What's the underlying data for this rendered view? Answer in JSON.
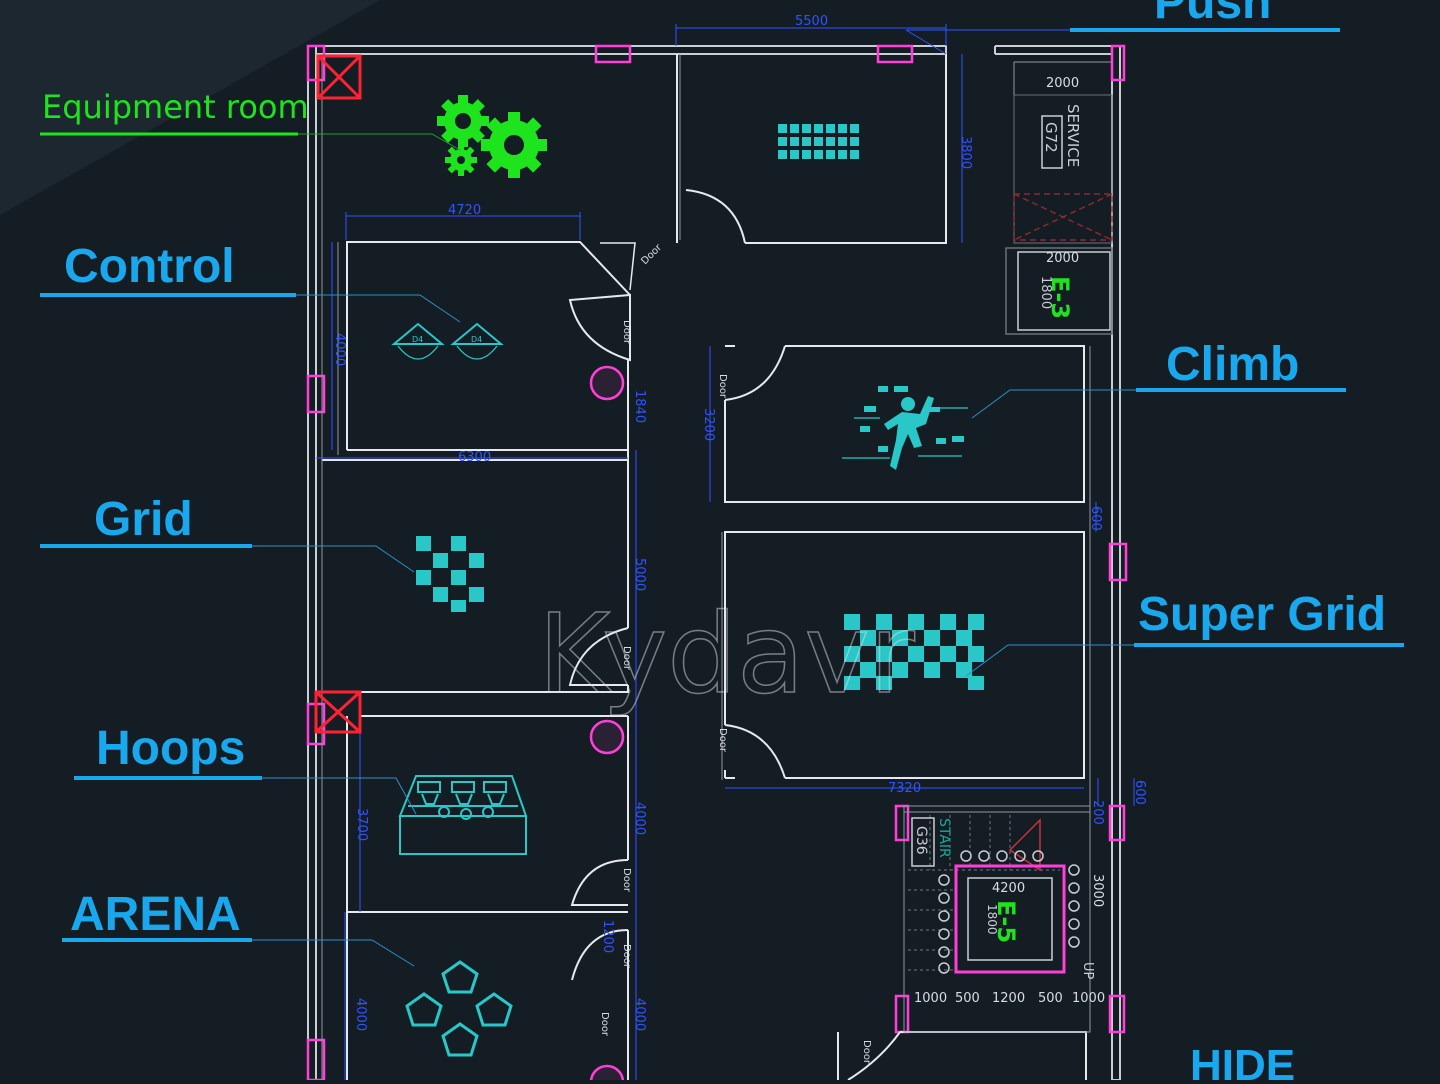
{
  "labels": {
    "equipment_room": "Equipment room",
    "control": "Control",
    "grid": "Grid",
    "hoops": "Hoops",
    "arena": "ARENA",
    "push": "Push",
    "climb": "Climb",
    "super_grid": "Super Grid",
    "hide": "HIDE"
  },
  "dims": {
    "d5500": "5500",
    "d4720": "4720",
    "d3800": "3800",
    "d4000a": "4000",
    "d1840": "1840",
    "d6300": "6300",
    "d3200": "3200",
    "d600a": "600",
    "d5000": "5000",
    "d7320": "7320",
    "d600b": "600",
    "d3700": "3700",
    "d4000b": "4000",
    "d4000c": "4000",
    "d1200": "1200",
    "d200": "200",
    "d3000": "3000",
    "svc2000a": "2000",
    "svc2000b": "2000",
    "e3_1800": "1800",
    "e5_4200": "4200",
    "e5_1800": "1800",
    "stair_bottom": [
      "1000",
      "500",
      "1200",
      "500",
      "1000"
    ]
  },
  "tags": {
    "service": "SERVICE",
    "g72": "G72",
    "e3": "E-3",
    "stair": "STAIR",
    "g36": "G36",
    "e5": "E-5",
    "up": "UP",
    "d4": "D4"
  },
  "door_label": "Door",
  "watermark": "Kydavr",
  "colors": {
    "background": "#151d24",
    "wall": "#e6eaee",
    "cyan": "#29c7c8",
    "blue_label": "#19a8ee",
    "green": "#1ee41e",
    "magenta": "#ff3fd8",
    "red": "#ff2233",
    "dimension": "#2e54ff"
  }
}
